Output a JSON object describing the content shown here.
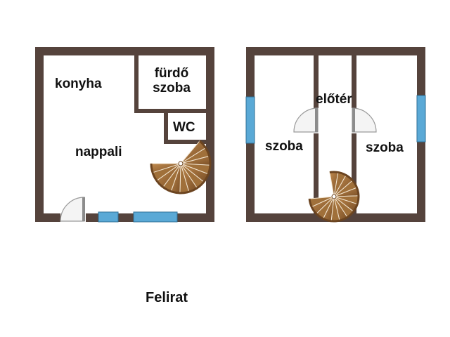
{
  "colors": {
    "wall": "#55433c",
    "window": "#5aa9d6",
    "window_edge": "#2f6f96",
    "stair_light": "#a0703a",
    "stair_dark": "#6b4420",
    "door": "#bdbdbd"
  },
  "floor_ground": {
    "rooms": {
      "konyha": "konyha",
      "furdo_line1": "fürdő",
      "furdo_line2": "szoba",
      "wc": "WC",
      "nappali": "nappali"
    }
  },
  "floor_upper": {
    "rooms": {
      "eloter": "előtér",
      "szoba_left": "szoba",
      "szoba_right": "szoba"
    }
  },
  "caption": "Felirat"
}
